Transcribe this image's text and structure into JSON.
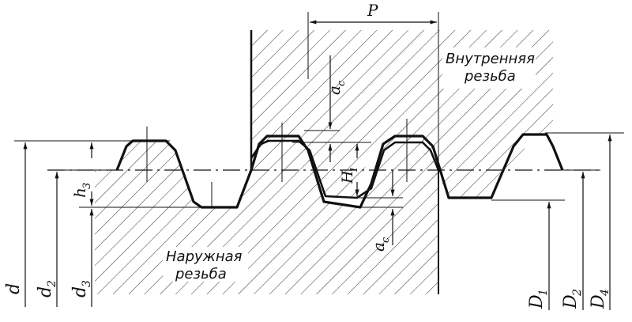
{
  "labels": {
    "P": "P",
    "ac_top": "a",
    "ac_top_sub": "c",
    "ac_bottom": "a",
    "ac_bottom_sub": "c",
    "H1": "H",
    "H1_sub": "1",
    "h3": "h",
    "h3_sub": "3",
    "d": "d",
    "d2": "d",
    "d2_sub": "2",
    "d3": "d",
    "d3_sub": "3",
    "D1": "D",
    "D1_sub": "1",
    "D2": "D",
    "D2_sub": "2",
    "D4": "D",
    "D4_sub": "4"
  },
  "text": {
    "internal_line1": "Внутренняя",
    "internal_line2": "резьба",
    "external_line1": "Наружная",
    "external_line2": "резьба"
  }
}
